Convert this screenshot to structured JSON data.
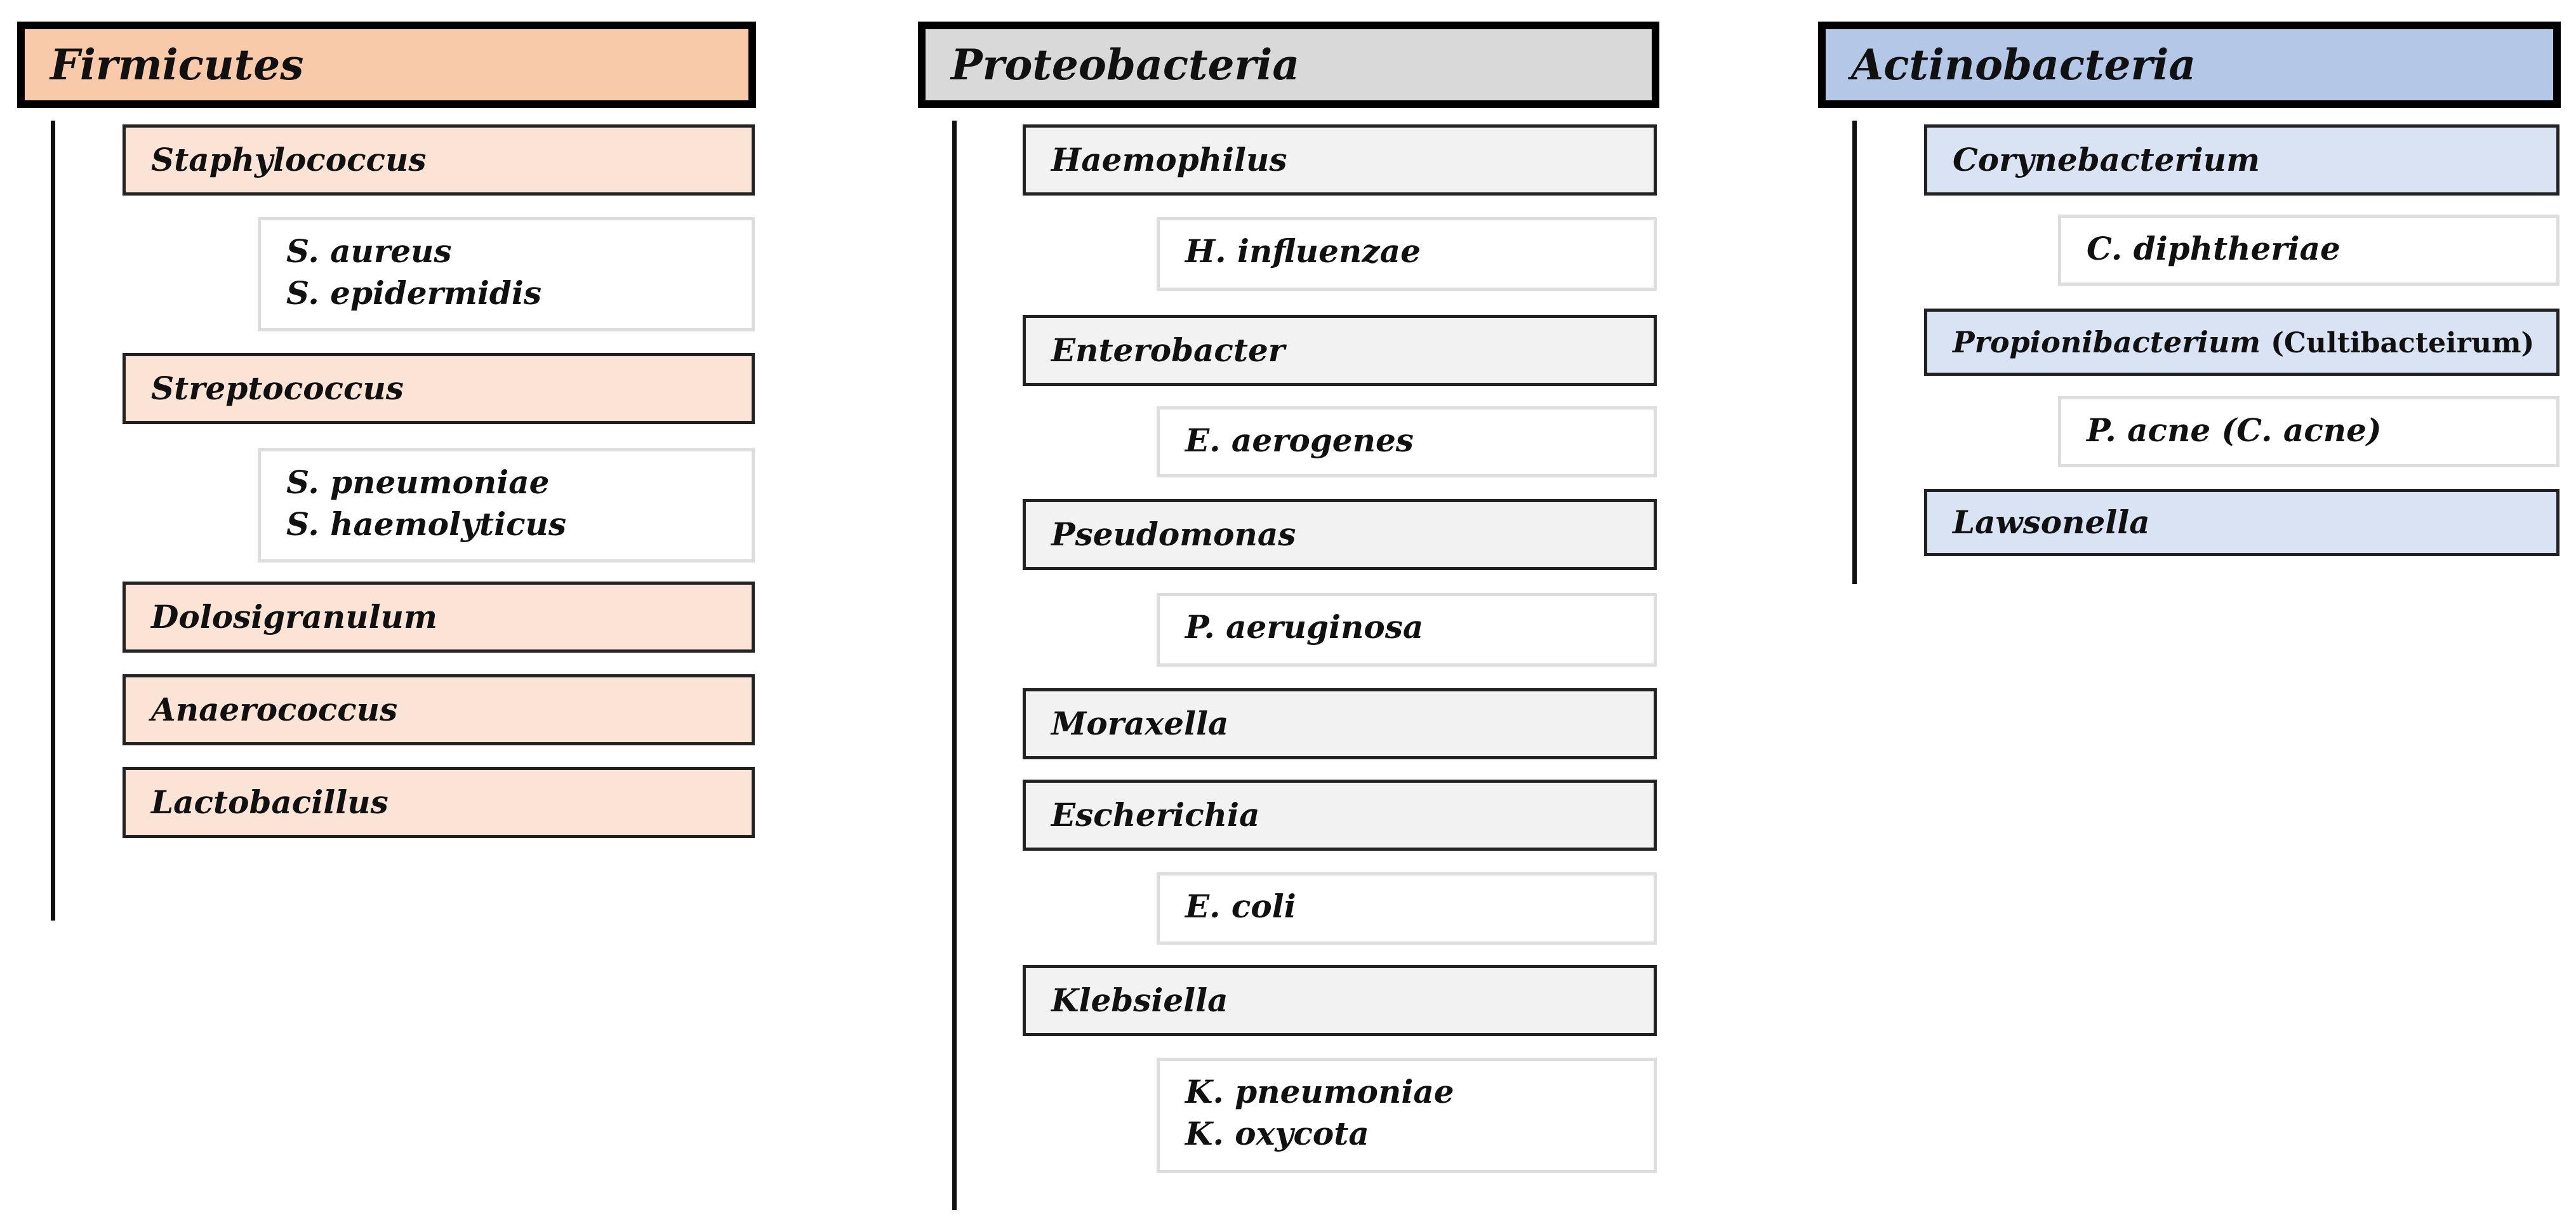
{
  "colors": {
    "firmicutes_header": "#f8caa9",
    "firmicutes_genus": "#fbe4d6",
    "proteobacteria_header": "#d9d9d9",
    "proteobacteria_genus": "#f2f2f2",
    "actinobacteria_header": "#b4c7e7",
    "actinobacteria_genus": "#dae3f3",
    "outline": "#000000"
  },
  "firmicutes": {
    "title": "Firmicutes",
    "staphylococcus": {
      "genus": "Staphylococcus",
      "species": [
        "S. aureus",
        "S. epidermidis"
      ]
    },
    "streptococcus": {
      "genus": "Streptococcus",
      "species": [
        "S. pneumoniae",
        "S. haemolyticus"
      ]
    },
    "dolosigranulum": {
      "genus": "Dolosigranulum"
    },
    "anaerococcus": {
      "genus": "Anaerococcus"
    },
    "lactobacillus": {
      "genus": "Lactobacillus"
    }
  },
  "proteobacteria": {
    "title": "Proteobacteria",
    "haemophilus": {
      "genus": "Haemophilus",
      "species": [
        "H. influenzae"
      ]
    },
    "enterobacter": {
      "genus": "Enterobacter",
      "species": [
        "E. aerogenes"
      ]
    },
    "pseudomonas": {
      "genus": "Pseudomonas",
      "species": [
        "P. aeruginosa"
      ]
    },
    "moraxella": {
      "genus": "Moraxella"
    },
    "escherichia": {
      "genus": "Escherichia",
      "species": [
        "E. coli"
      ]
    },
    "klebsiella": {
      "genus": "Klebsiella",
      "species": [
        "K. pneumoniae",
        "K. oxycota"
      ]
    }
  },
  "actinobacteria": {
    "title": "Actinobacteria",
    "corynebacterium": {
      "genus": "Corynebacterium",
      "species": [
        "C. diphtheriae"
      ]
    },
    "propionibacterium": {
      "genus": "Propionibacterium",
      "genus_alt": "(Cultibacteirum)",
      "species": [
        "P. acne (C. acne)"
      ]
    },
    "lawsonella": {
      "genus": "Lawsonella"
    }
  }
}
